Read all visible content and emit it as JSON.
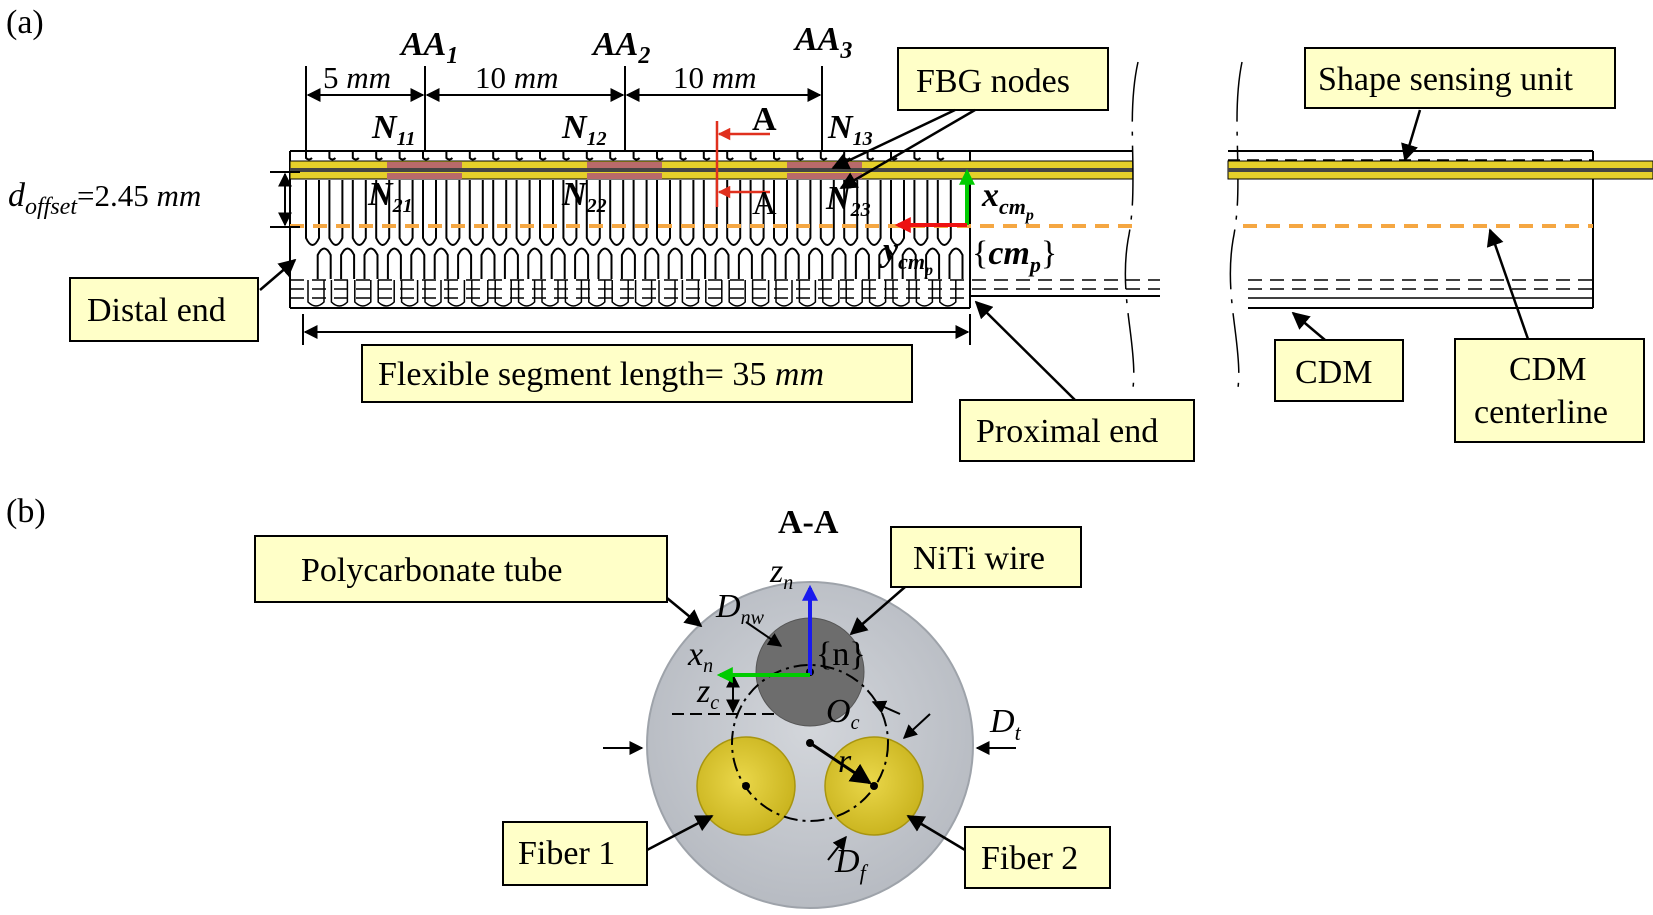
{
  "panel_labels": {
    "a": "(a)",
    "b": "(b)"
  },
  "colors": {
    "callout_fill": "#ffffc8",
    "fiber_yellow": "#e6d02a",
    "fbg_node": "#b96a6a",
    "centerline_orange": "#f5a742",
    "tube_gray": "#c5c9cf",
    "niti_gray": "#6d6d6d",
    "section_red": "#e0301e",
    "axis_green": "#00cc00",
    "axis_red": "#ee1111",
    "axis_blue": "#1a1aee"
  },
  "panel_a": {
    "sections": {
      "aa1": "AA",
      "aa1_sub": "1",
      "aa2": "AA",
      "aa2_sub": "2",
      "aa3": "AA",
      "aa3_sub": "3"
    },
    "spacing": {
      "s1_value": "5 ",
      "s1_unit": "mm",
      "s2_value": "10 ",
      "s2_unit": "mm",
      "s3_value": "10 ",
      "s3_unit": "mm"
    },
    "nodes": {
      "n11": "N",
      "n11_sub": "11",
      "n12": "N",
      "n12_sub": "12",
      "n13": "N",
      "n13_sub": "13",
      "n21": "N",
      "n21_sub": "21",
      "n22": "N",
      "n22_sub": "22",
      "n23": "N",
      "n23_sub": "23"
    },
    "section_marks": {
      "top": "A",
      "bottom": "A"
    },
    "offset": {
      "d": "d",
      "d_sub": "offset",
      "value": "=2.45 ",
      "unit": "mm"
    },
    "frame": {
      "x": "x",
      "y": "y",
      "sub": "cm",
      "subsub": "p",
      "name_open": "{",
      "name": "cm",
      "name_sub": "p",
      "name_close": "}"
    },
    "callouts": {
      "fbg_nodes": "FBG nodes",
      "shape_sensing": "Shape sensing unit",
      "distal_end": "Distal end",
      "flexible_length_text": "Flexible segment length= 35 ",
      "flexible_length_unit": "mm",
      "proximal_end": "Proximal end",
      "cdm": "CDM",
      "cdm_centerline_1": "CDM",
      "cdm_centerline_2": "centerline"
    }
  },
  "panel_b": {
    "title": "A-A",
    "callouts": {
      "polycarbonate_tube": "Polycarbonate tube",
      "niti_wire": "NiTi wire",
      "fiber1": "Fiber 1",
      "fiber2": "Fiber 2"
    },
    "symbols": {
      "zn": "z",
      "zn_sub": "n",
      "xn": "x",
      "xn_sub": "n",
      "zc": "z",
      "zc_sub": "c",
      "oc": "O",
      "oc_sub": "c",
      "dnw": "D",
      "dnw_sub": "nw",
      "dt": "D",
      "dt_sub": "t",
      "df": "D",
      "df_sub": "f",
      "r": "r",
      "frame_n": "{n}"
    }
  }
}
